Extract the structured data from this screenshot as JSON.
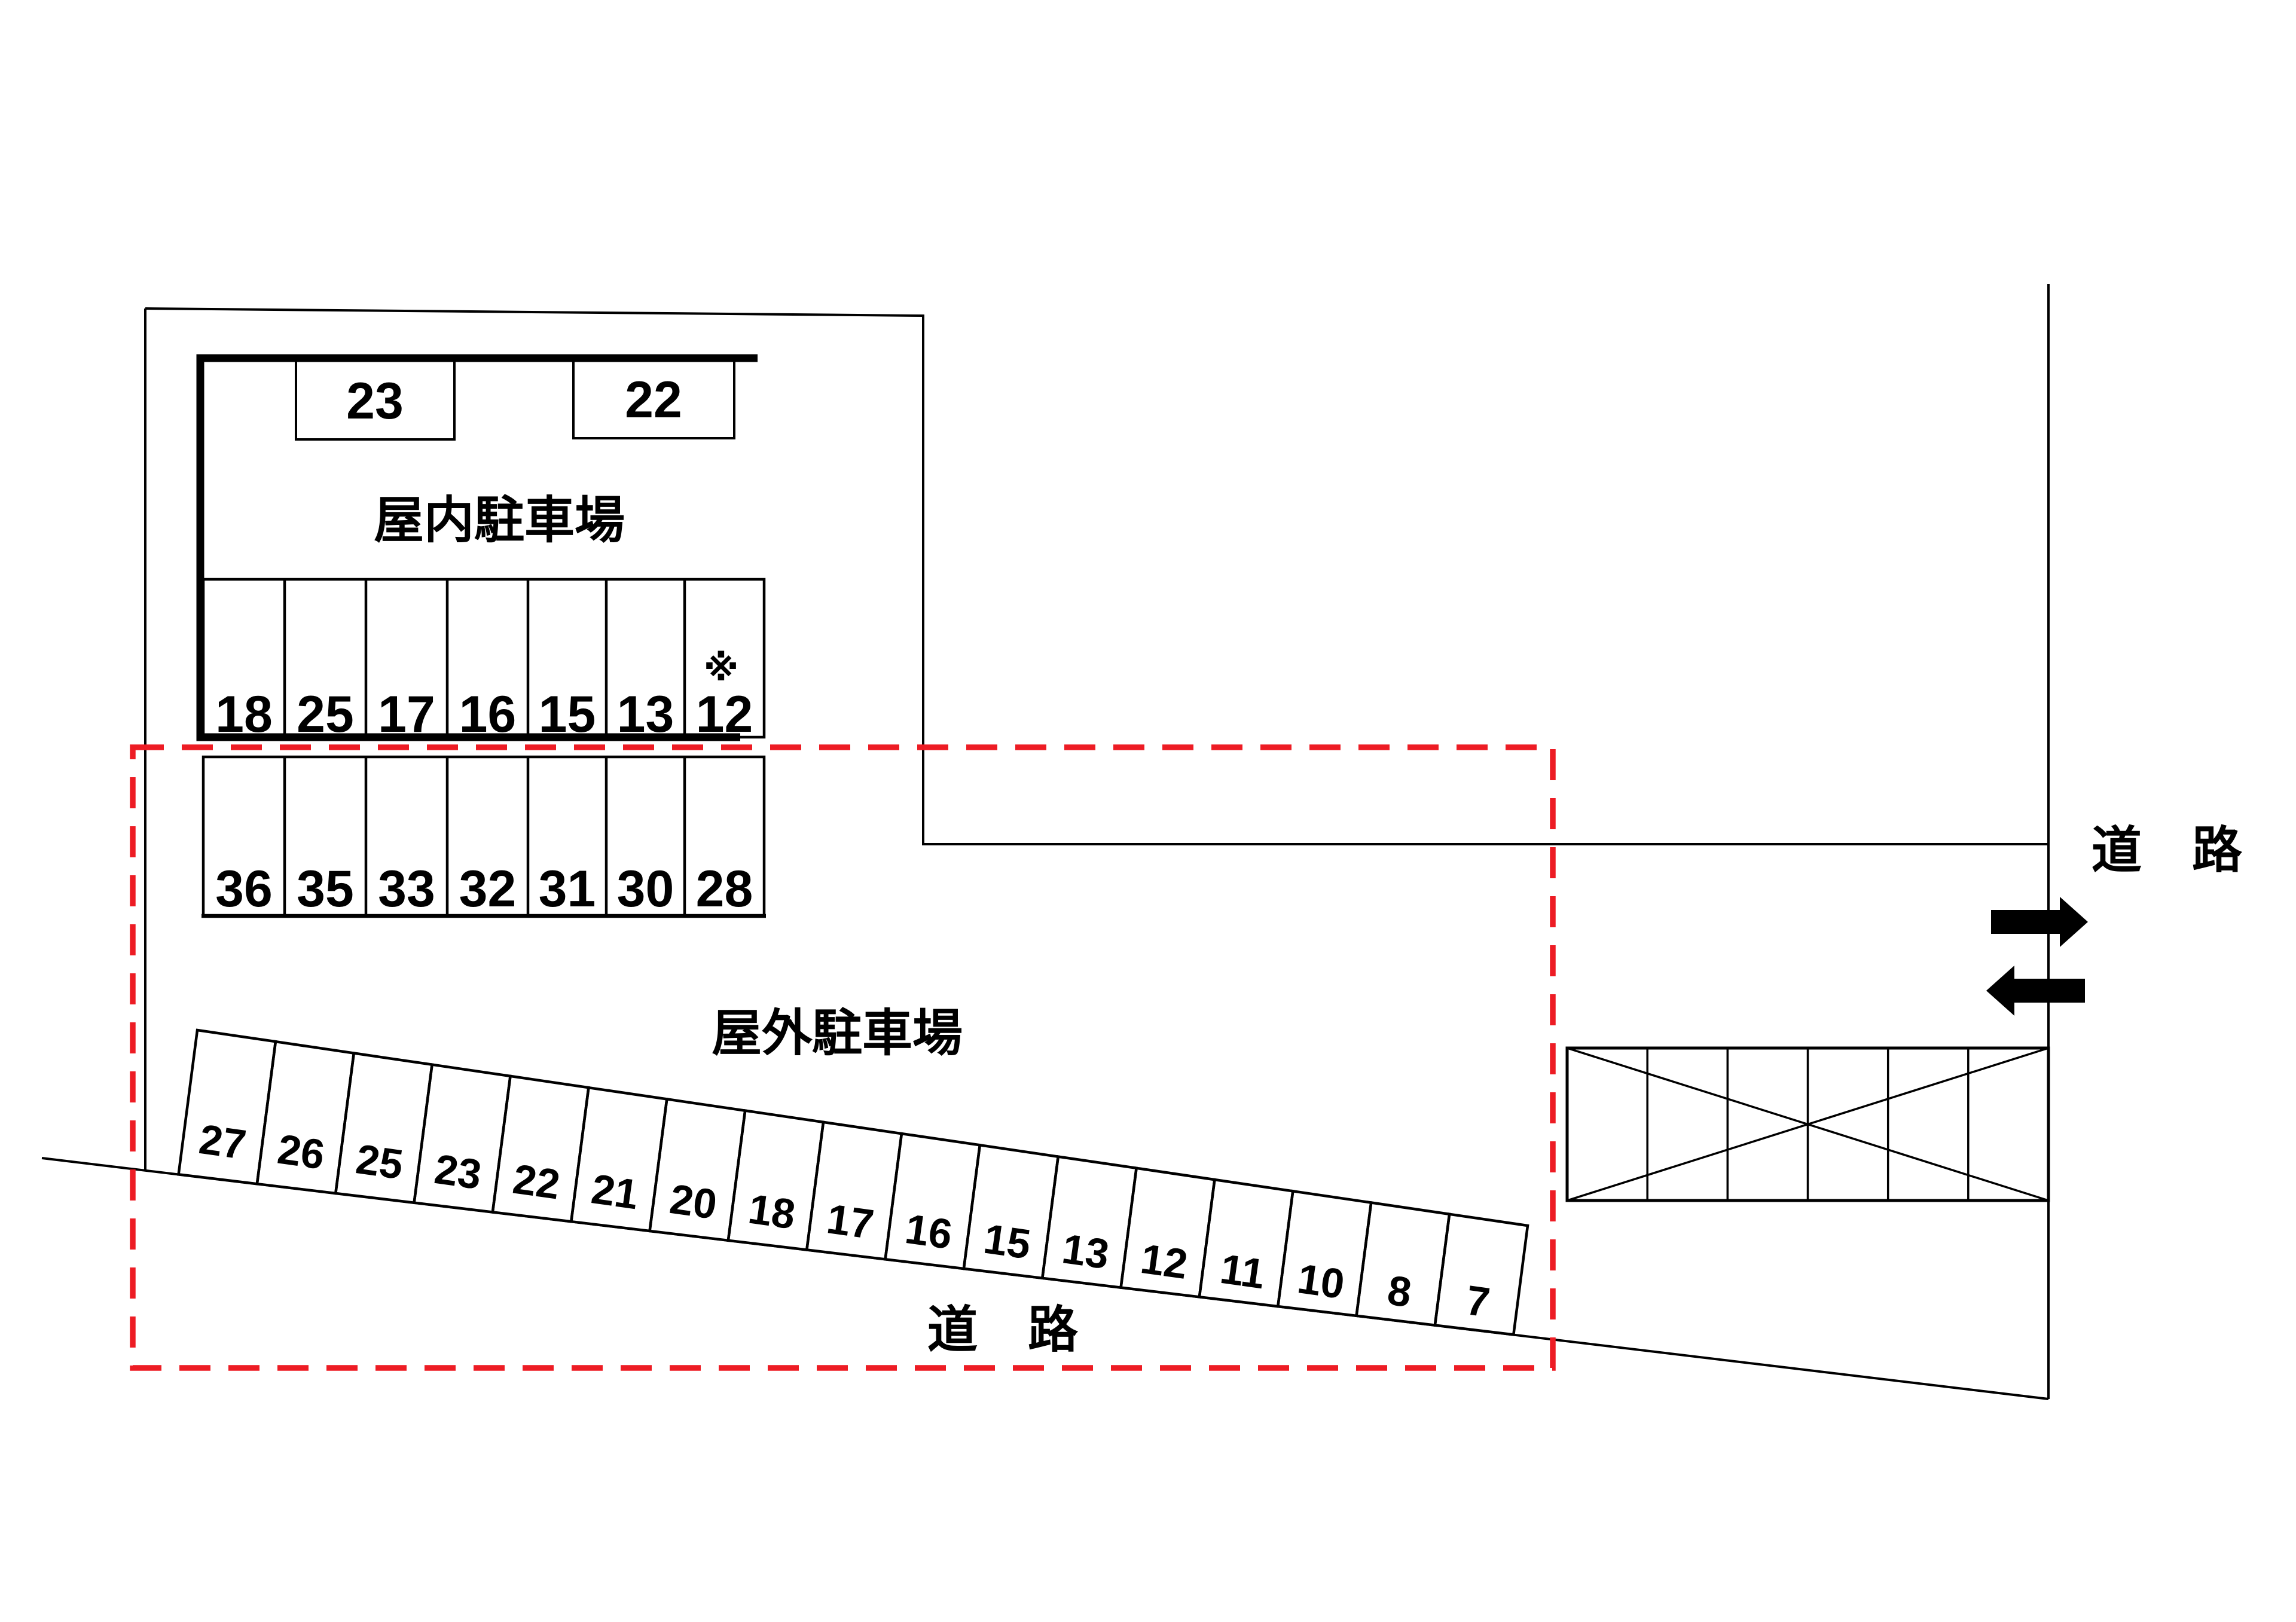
{
  "diagram": {
    "indoor": {
      "label": "屋内駐車場",
      "box_stalls": [
        "23",
        "22"
      ],
      "row_stalls": [
        "18",
        "25",
        "17",
        "16",
        "15",
        "13",
        "12"
      ],
      "note_mark": "※"
    },
    "middle_row_stalls": [
      "36",
      "35",
      "33",
      "32",
      "31",
      "30",
      "28"
    ],
    "outdoor": {
      "label": "屋外駐車場",
      "row_stalls": [
        "27",
        "26",
        "25",
        "23",
        "22",
        "21",
        "20",
        "18",
        "17",
        "16",
        "15",
        "13",
        "12",
        "11",
        "10",
        "8",
        "7"
      ]
    },
    "roads": {
      "right_label": "道　路",
      "bottom_label": "道　路"
    },
    "colors": {
      "boundary_red": "#ed1c24",
      "line_black": "#000000"
    }
  }
}
